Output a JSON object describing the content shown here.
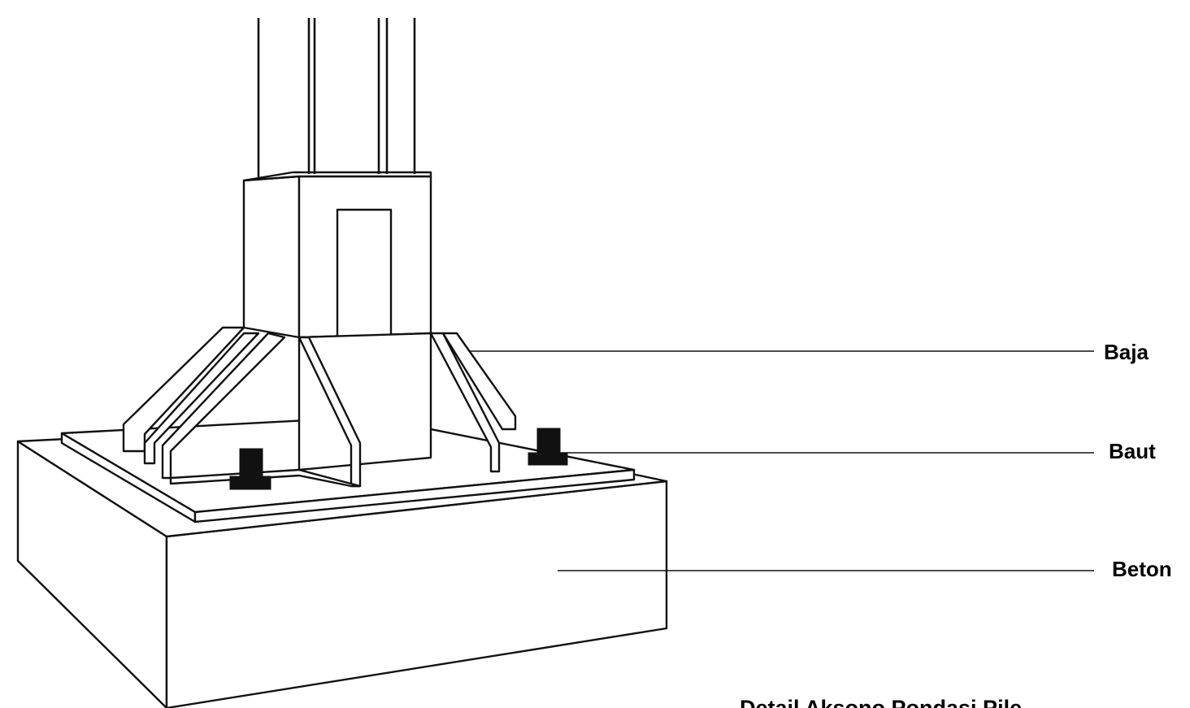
{
  "labels": {
    "steel": "Baja",
    "bolt": "Baut",
    "concrete": "Beton"
  },
  "caption": "Detail Aksono Pondasi Pile"
}
